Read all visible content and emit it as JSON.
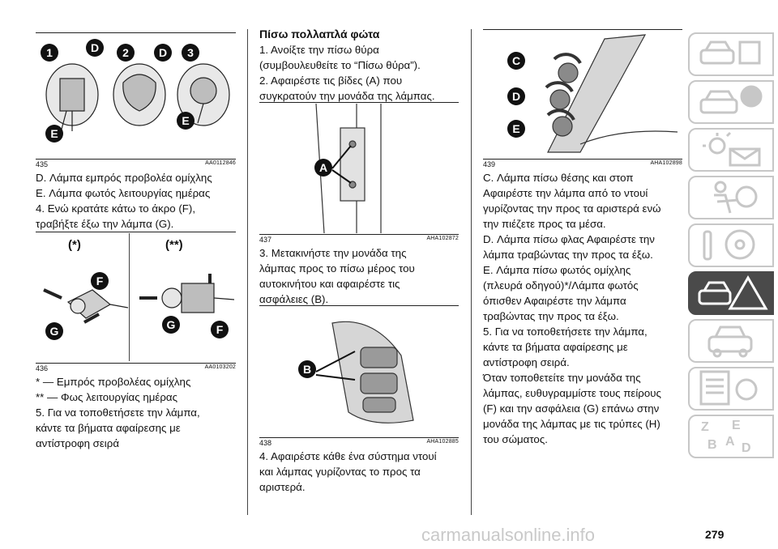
{
  "col1": {
    "fig435": {
      "num": "435",
      "code": "AA0112846",
      "markers": [
        "1",
        "D",
        "2",
        "D",
        "3",
        "E",
        "E"
      ]
    },
    "text1": "D. Λάμπα εμπρός προβολέα ομίχλης\nE. Λάμπα φωτός λειτουργίας ημέρας\n4. Ενώ κρατάτε κάτω το άκρο (F),\nτραβήξτε έξω την λάμπα (G).",
    "fig436": {
      "num": "436",
      "code": "AA0103202",
      "label_left": "(*)",
      "label_right": "(**)",
      "markers": [
        "F",
        "G",
        "G",
        "F"
      ]
    },
    "text2": "* — Εμπρός προβολέας ομίχλης\n** — Φως λειτουργίας ημέρας\n5. Για να τοποθετήσετε την λάμπα,\nκάντε τα βήματα αφαίρεσης με\nαντίστροφη σειρά"
  },
  "col2": {
    "heading": "Πίσω πολλαπλά φώτα",
    "text1": "1. Ανοίξτε την πίσω θύρα\n(συμβουλευθείτε το “Πίσω θύρα”).\n2. Αφαιρέστε τις βίδες (A) που\nσυγκρατούν την μονάδα της λάμπας.",
    "fig437": {
      "num": "437",
      "code": "AHA102872",
      "marker": "A"
    },
    "text2": "3. Μετακινήστε την μονάδα της\nλάμπας προς το πίσω μέρος του\nαυτοκινήτου και αφαιρέστε τις\nασφάλειες (B).",
    "fig438": {
      "num": "438",
      "code": "AHA102885",
      "marker": "B"
    },
    "text3": "4. Αφαιρέστε κάθε ένα σύστημα ντουί\nκαι λάμπας γυρίζοντας το προς τα\nαριστερά."
  },
  "col3": {
    "fig439": {
      "num": "439",
      "code": "AHA102898",
      "markers": [
        "C",
        "D",
        "E"
      ]
    },
    "text": "C. Λάμπα πίσω θέσης και στοπ\nΑφαιρέστε την λάμπα από το ντουί\nγυρίζοντας την προς τα αριστερά ενώ\nτην πιέζετε προς τα μέσα.\nD. Λάμπα πίσω φλας Αφαιρέστε την\nλάμπα τραβώντας την προς τα έξω.\nE. Λάμπα πίσω φωτός ομίχλης\n(πλευρά οδηγού)*/Λάμπα φωτός\nόπισθεν Αφαιρέστε την λάμπα\nτραβώντας την προς τα έξω.\n5. Για να τοποθετήσετε την λάμπα,\nκάντε τα βήματα αφαίρεσης με\nαντίστροφη σειρά.\nΌταν τοποθετείτε την μονάδα της\nλάμπας, ευθυγραμμίστε τους πείρους\n(F) και την ασφάλεια (G) επάνω στην\nμονάδα της λάμπας με τις τρύπες (H)\nτου σώματος."
  },
  "sidebar": {
    "tabs": [
      {
        "icon": "car-dashboard-icon"
      },
      {
        "icon": "car-info-icon"
      },
      {
        "icon": "light-envelope-icon"
      },
      {
        "icon": "seat-airbag-icon"
      },
      {
        "icon": "key-steering-wheel-icon"
      },
      {
        "icon": "car-warning-triangle-icon",
        "active": true
      },
      {
        "icon": "car-service-icon"
      },
      {
        "icon": "specs-gear-icon"
      },
      {
        "icon": "alphabet-index-icon"
      }
    ]
  },
  "page_number": "279",
  "watermark": "carmanualsonline.info"
}
